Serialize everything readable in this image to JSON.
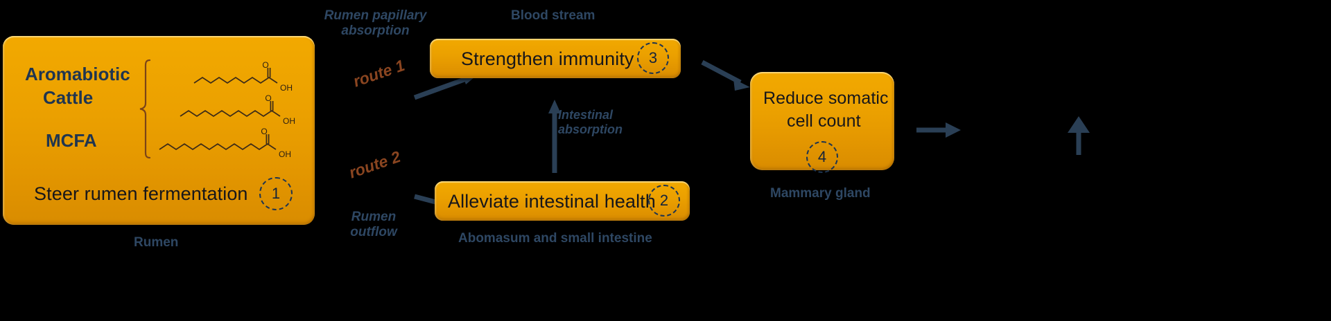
{
  "diagram": {
    "title": "Aromabiotic Cattle MCFA mode of action",
    "colors": {
      "box_gold": "#EBA000",
      "text_dark": "#16161a",
      "caption_blue": "#2E4763",
      "route_brown": "#8A4520",
      "arrow_blue": "#2A3F55",
      "background": "#000000"
    }
  },
  "rumen_box": {
    "product_line1": "Aromabiotic",
    "product_line2": "Cattle",
    "product_line3": "MCFA",
    "effect_label": "Steer rumen fermentation",
    "badge": "1",
    "caption": "Rumen",
    "molecules": [
      {
        "name": "caprylic-acid-c8",
        "oh_label": "OH",
        "carbonyl_label": "O"
      },
      {
        "name": "capric-acid-c10",
        "oh_label": "OH",
        "carbonyl_label": "O"
      },
      {
        "name": "lauric-acid-c12",
        "oh_label": "OH",
        "carbonyl_label": "O"
      }
    ]
  },
  "routes": {
    "route1": {
      "label": "route 1",
      "annotation": "Rumen papillary\nabsorption"
    },
    "route2": {
      "label": "route 2",
      "annotation": "Rumen\noutflow"
    }
  },
  "immunity_box": {
    "label": "Strengthen immunity",
    "badge": "3",
    "caption": "Blood stream"
  },
  "intestine_box": {
    "label": "Alleviate intestinal health",
    "badge": "2",
    "caption": "Abomasum and small intestine"
  },
  "intestinal_absorption": {
    "annotation": "Intestinal\nabsorption"
  },
  "mammary_box": {
    "label_line1": "Reduce somatic",
    "label_line2": "cell count",
    "badge": "4",
    "caption": "Mammary gland"
  },
  "outputs": {
    "right_arrow": "arrow-right",
    "up_arrow": "arrow-up"
  }
}
